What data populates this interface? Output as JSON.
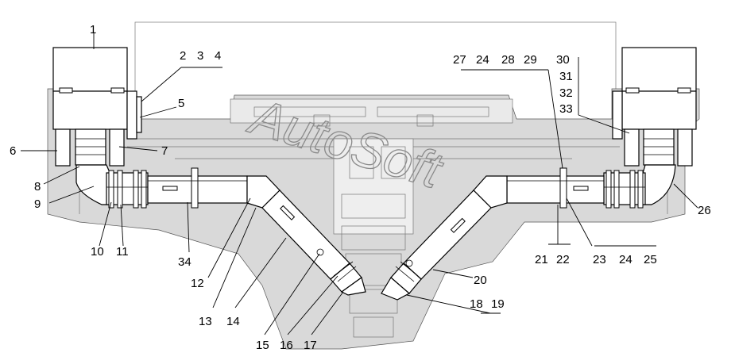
{
  "watermark": "AutoSoft",
  "callouts": {
    "n1": "1",
    "n2": "2",
    "n3": "3",
    "n4": "4",
    "n5": "5",
    "n6": "6",
    "n7": "7",
    "n8": "8",
    "n9": "9",
    "n10": "10",
    "n11": "11",
    "n12": "12",
    "n13": "13",
    "n14": "14",
    "n15": "15",
    "n16": "16",
    "n17": "17",
    "n18": "18",
    "n19": "19",
    "n20": "20",
    "n21": "21",
    "n22": "22",
    "n23": "23",
    "n24a": "24",
    "n24b": "24",
    "n25": "25",
    "n26": "26",
    "n27": "27",
    "n28": "28",
    "n29": "29",
    "n30": "30",
    "n31": "31",
    "n32": "32",
    "n33": "33",
    "n34": "34"
  }
}
